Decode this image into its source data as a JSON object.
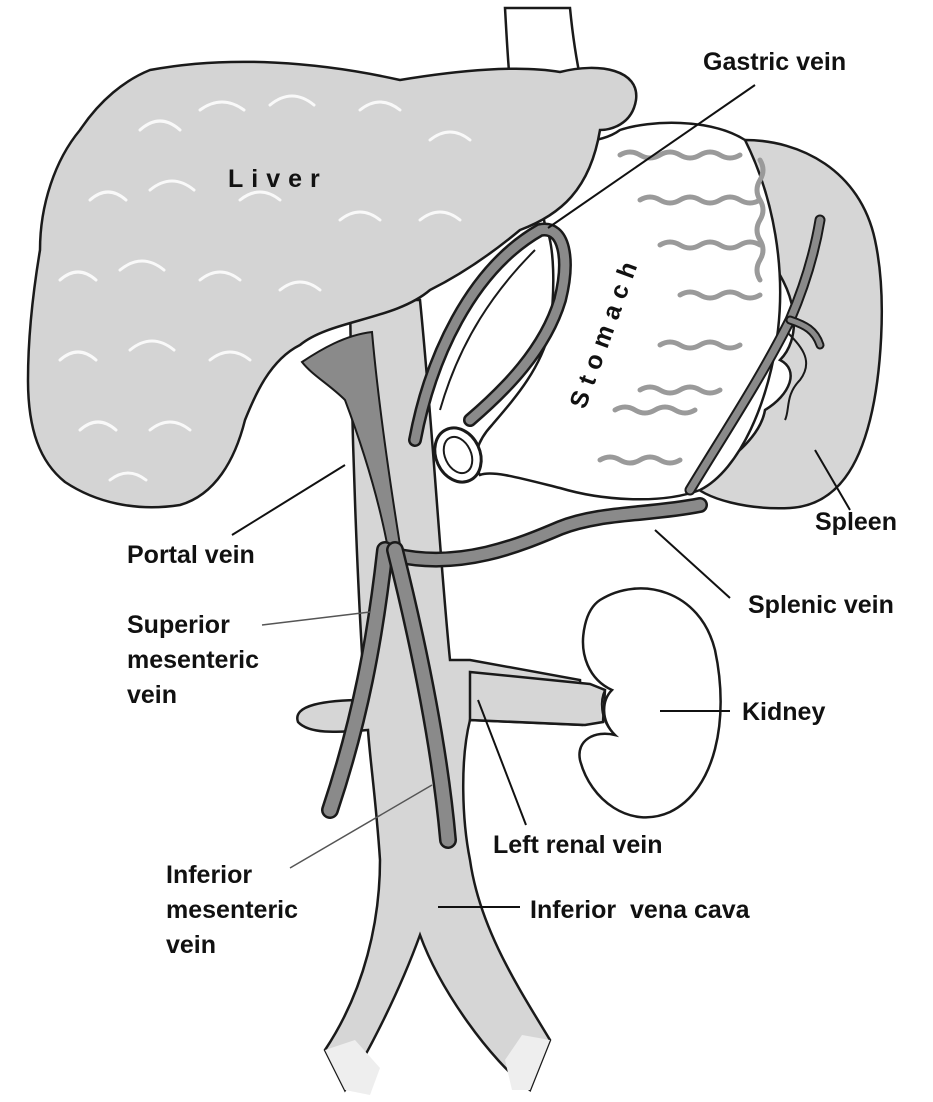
{
  "organs": {
    "liver": "Liver",
    "stomach": "Stomach"
  },
  "labels": {
    "gastric_vein": "Gastric vein",
    "spleen": "Spleen",
    "portal_vein": "Portal vein",
    "splenic_vein": "Splenic vein",
    "superior_mesenteric_1": "Superior",
    "superior_mesenteric_2": "mesenteric",
    "superior_mesenteric_3": "vein",
    "kidney": "Kidney",
    "left_renal_vein": "Left renal vein",
    "inferior_mesenteric_1": "Inferior",
    "inferior_mesenteric_2": "mesenteric",
    "inferior_mesenteric_3": "vein",
    "inferior_vena_cava": "Inferior  vena cava"
  },
  "colors": {
    "vein": "#8a8a8a",
    "tissue": "#d6d6d6",
    "outline": "#1a1a1a"
  }
}
